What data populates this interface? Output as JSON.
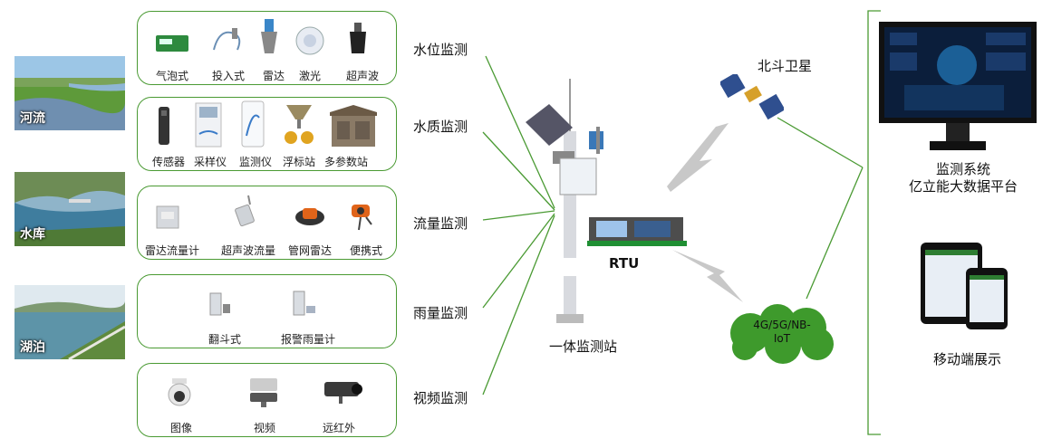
{
  "scenes": [
    {
      "label": "河流"
    },
    {
      "label": "水库"
    },
    {
      "label": "湖泊"
    }
  ],
  "groups": [
    {
      "category": "水位监测",
      "items": [
        "气泡式",
        "投入式",
        "雷达",
        "激光",
        "超声波"
      ]
    },
    {
      "category": "水质监测",
      "items": [
        "传感器",
        "采样仪",
        "监测仪",
        "浮标站",
        "多参数站"
      ]
    },
    {
      "category": "流量监测",
      "items": [
        "雷达流量计",
        "超声波流量",
        "管网雷达",
        "便携式"
      ]
    },
    {
      "category": "雨量监测",
      "items": [
        "翻斗式",
        "报警雨量计"
      ]
    },
    {
      "category": "视频监测",
      "items": [
        "图像",
        "视频",
        "远红外"
      ]
    }
  ],
  "station": {
    "label": "一体监测站",
    "rtu_label": "RTU"
  },
  "satellite": {
    "label": "北斗卫星"
  },
  "network": {
    "label_line1": "4G/5G/NB-",
    "label_line2": "IoT"
  },
  "platform": {
    "label_line1": "监测系统",
    "label_line2": "亿立能大数据平台"
  },
  "mobile": {
    "label": "移动端展示"
  },
  "colors": {
    "line": "#4a9a33",
    "cloud": "#3e9a2c",
    "monitor": "#0b1e3b"
  }
}
